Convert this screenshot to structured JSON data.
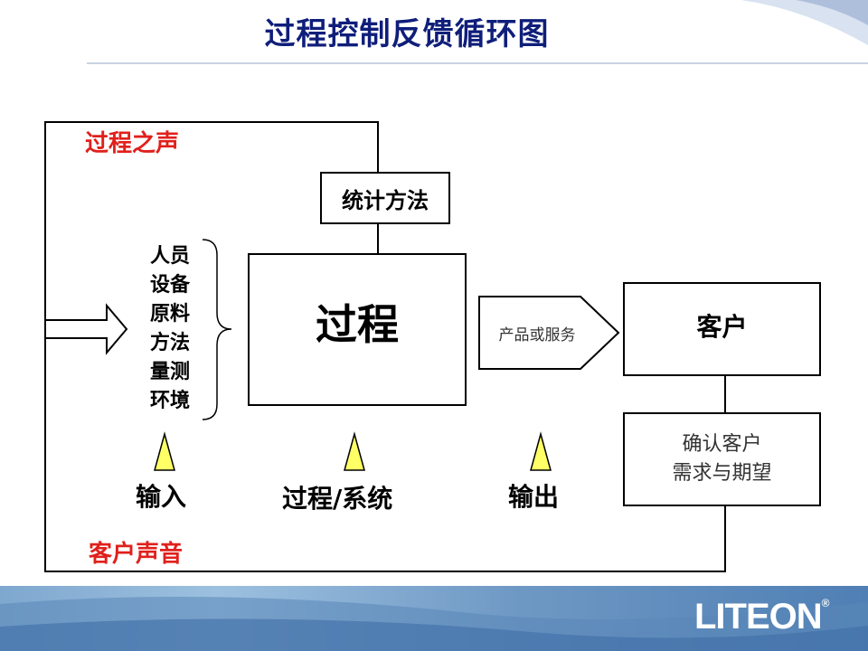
{
  "title": "过程控制反馈循环图",
  "labels": {
    "voice_of_process": "过程之声",
    "voice_of_customer": "客户声音"
  },
  "boxes": {
    "statistical_methods": "统计方法",
    "process": "过程",
    "customer": "客户",
    "customer_needs": [
      "确认客户",
      "需求与期望"
    ]
  },
  "arrow_label": "产品或服务",
  "inputs": [
    "人员",
    "设备",
    "原料",
    "方法",
    "量测",
    "环境"
  ],
  "bottom_labels": {
    "input": "输入",
    "process_system": "过程/系统",
    "output": "输出"
  },
  "logo": "LITEON",
  "colors": {
    "title": "#0f1e7a",
    "red_label": "#e0201c",
    "triangle_fill": "#ffff66"
  }
}
